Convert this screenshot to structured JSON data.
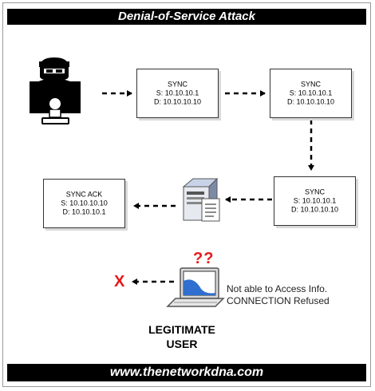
{
  "title": "Denial-of-Service Attack",
  "footer": "www.thenetworkdna.com",
  "packets": [
    {
      "title": "SYNC",
      "src": "S: 10.10.10.1",
      "dst": "D: 10.10.10.10"
    },
    {
      "title": "SYNC",
      "src": "S: 10.10.10.1",
      "dst": "D: 10.10.10.10"
    },
    {
      "title": "SYNC",
      "src": "S: 10.10.10.1",
      "dst": "D: 10.10.10.10"
    },
    {
      "title": "SYNC ACK",
      "src": "S: 10.10.10.10",
      "dst": "D: 10.10.10.1"
    }
  ],
  "error_message": {
    "line1": "Not able to Access Info.",
    "line2": "CONNECTION Refused"
  },
  "question_marks": "??",
  "x_mark": "X",
  "user_label": {
    "line1": "LEGITIMATE",
    "line2": "USER"
  },
  "icons": [
    "hacker-icon",
    "server-icon",
    "laptop-icon"
  ],
  "colors": {
    "accent": "#e8181a",
    "banner": "#000000",
    "laptop_screen": "#2f6fd0"
  }
}
